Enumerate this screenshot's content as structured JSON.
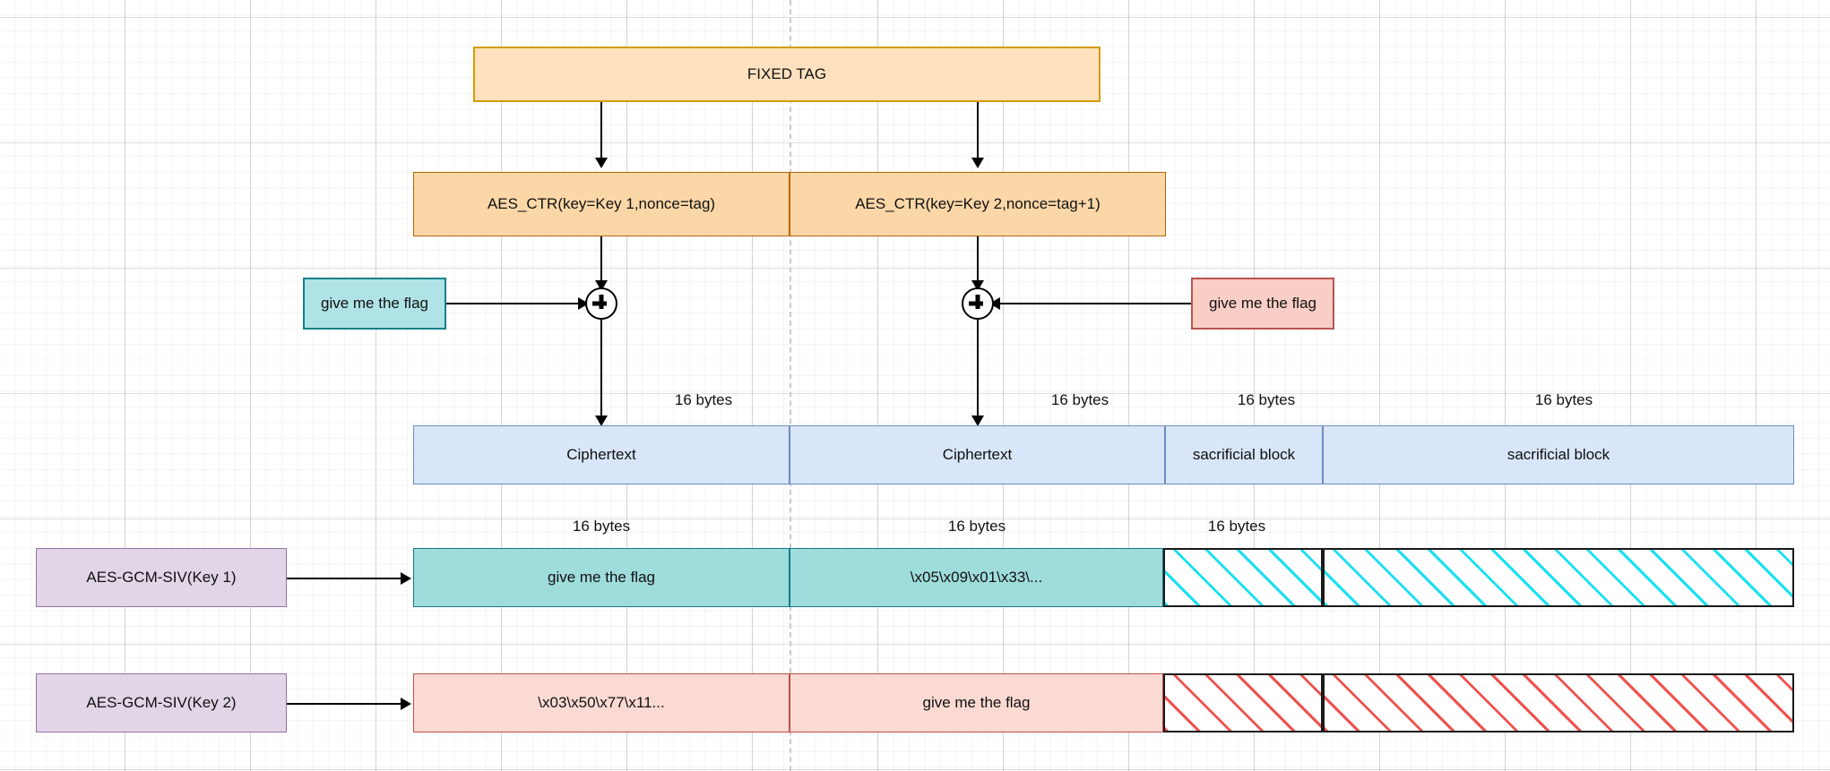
{
  "diagram": {
    "title": "AES-GCM-SIV key commitment / partitioning oracle diagram",
    "colors": {
      "orange_fill": "#ffe1bf",
      "orange_stroke": "#d79b00",
      "orange2_fill": "#fbd7a8",
      "orange2_stroke": "#b46504",
      "teal_fill": "#b0e3e6",
      "teal_stroke": "#0e8088",
      "red_fill": "#f8cec6",
      "red_stroke": "#b85450",
      "blue_fill": "#d9e5f8",
      "blue_stroke": "#6c8ebf",
      "purple_fill": "#e1d5e7",
      "purple_stroke": "#9673a6",
      "hatch_cyan": "#1ae0f0",
      "hatch_red": "#ef5350",
      "edge": "#000000",
      "grid_minor": "#f0f0f0",
      "grid_major": "#dcdcdc"
    }
  },
  "fixed_tag": {
    "label": "FIXED TAG"
  },
  "ctr": {
    "left": {
      "label": "AES_CTR(key=Key 1,nonce=tag)"
    },
    "right": {
      "label": "AES_CTR(key=Key 2,nonce=tag+1)"
    }
  },
  "plaintext": {
    "left": {
      "label": "give me the flag"
    },
    "right": {
      "label": "give me the flag"
    }
  },
  "xor": {
    "glyph": "+",
    "name": "xor-operator"
  },
  "ciphertext_row": {
    "size_labels": [
      "16 bytes",
      "16 bytes",
      "16 bytes",
      "16 bytes"
    ],
    "blocks": [
      {
        "label": "Ciphertext"
      },
      {
        "label": "Ciphertext"
      },
      {
        "label": "sacrificial block"
      },
      {
        "label": "sacrificial block"
      }
    ]
  },
  "decrypt_key1": {
    "source_label": "AES-GCM-SIV(Key 1)",
    "size_labels": [
      "16 bytes",
      "16 bytes",
      "16 bytes"
    ],
    "blocks": [
      {
        "label": "give me the flag",
        "style": "filled"
      },
      {
        "label": "\\x05\\x09\\x01\\x33\\...",
        "style": "filled"
      },
      {
        "label": "",
        "style": "hatched"
      },
      {
        "label": "",
        "style": "hatched"
      }
    ]
  },
  "decrypt_key2": {
    "source_label": "AES-GCM-SIV(Key 2)",
    "blocks": [
      {
        "label": "\\x03\\x50\\x77\\x11...",
        "style": "filled"
      },
      {
        "label": "give me the flag",
        "style": "filled"
      },
      {
        "label": "",
        "style": "hatched"
      },
      {
        "label": "",
        "style": "hatched"
      }
    ]
  }
}
